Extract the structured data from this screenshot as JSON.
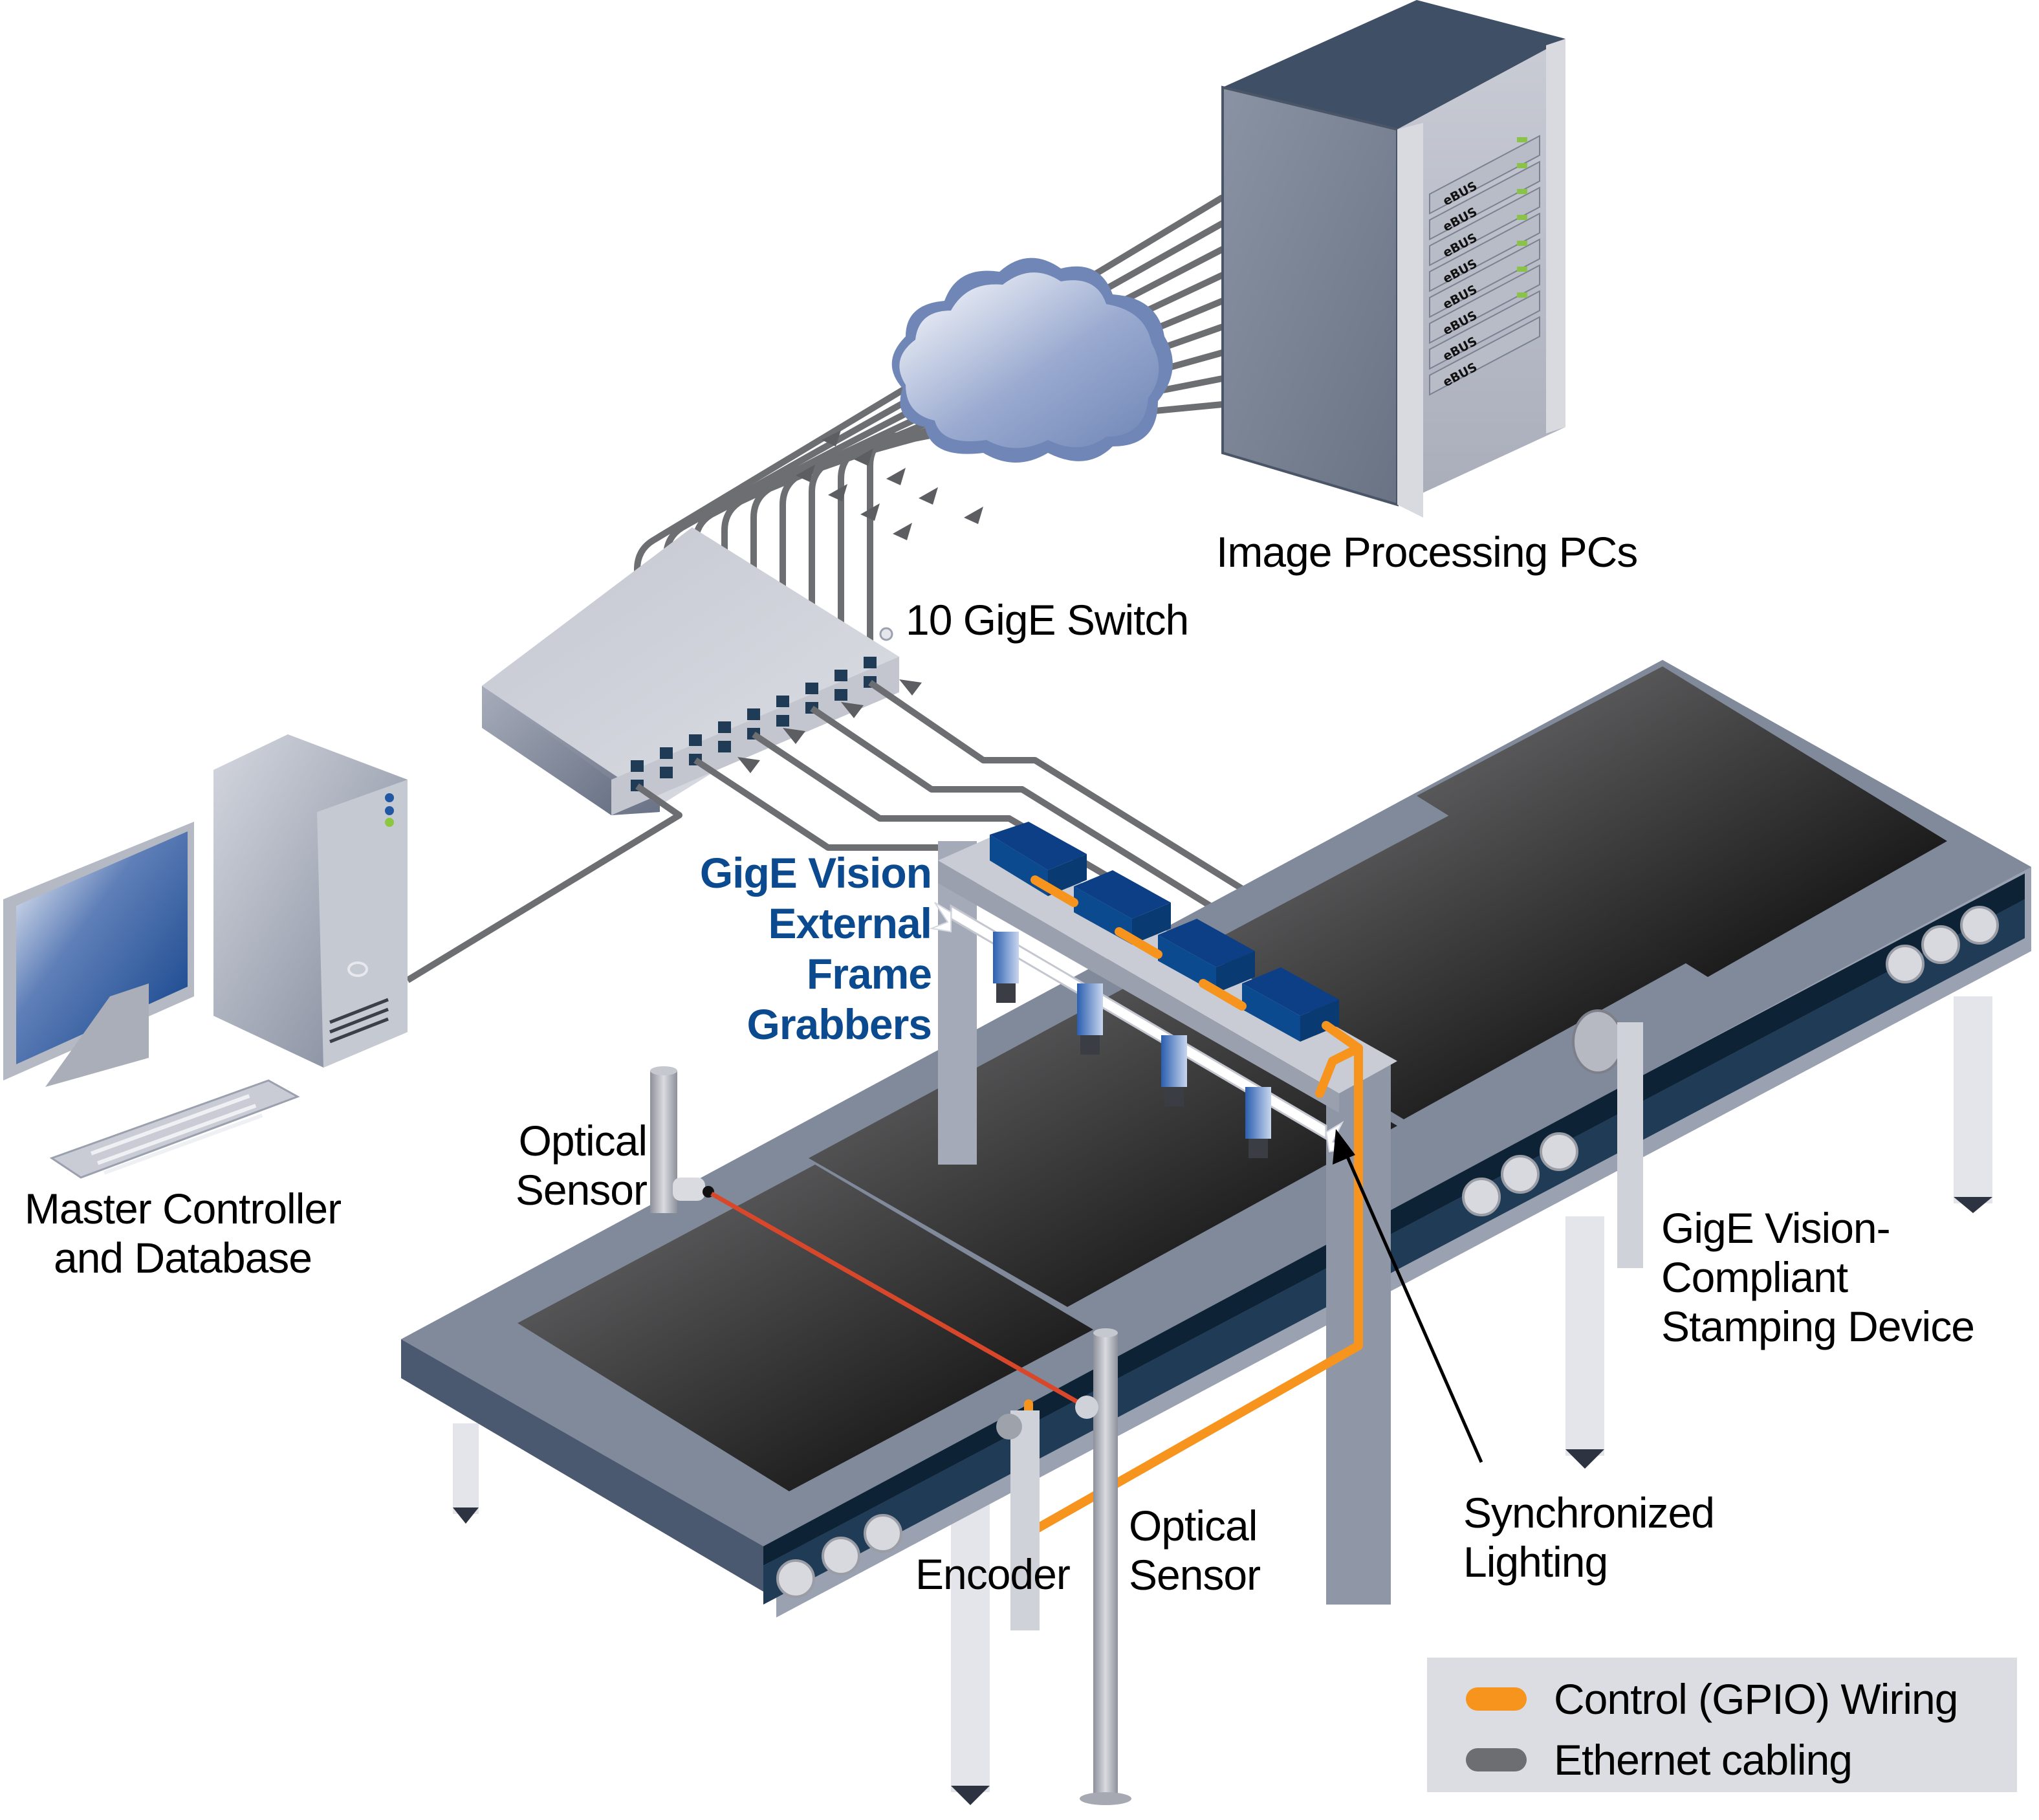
{
  "diagram": {
    "title": "GigE Vision machine vision conveyor inspection system",
    "components": {
      "server_rack": {
        "label": "Image Processing PCs",
        "units": [
          "eBUS",
          "eBUS",
          "eBUS",
          "eBUS",
          "eBUS",
          "eBUS",
          "eBUS",
          "eBUS"
        ]
      },
      "network_cloud": {
        "label": ""
      },
      "switch": {
        "label": "10 GigE Switch",
        "upstream_cables": 9,
        "downstream_cables": 5
      },
      "master_controller": {
        "label_line1": "Master Controller",
        "label_line2": "and Database"
      },
      "frame_grabbers": {
        "label_line1": "GigE Vision",
        "label_line2": "External",
        "label_line3": "Frame",
        "label_line4": "Grabbers",
        "count": 4,
        "label_color": "#0b4a8f"
      },
      "cameras": {
        "count": 4
      },
      "optical_sensor_left": {
        "label_line1": "Optical",
        "label_line2": "Sensor"
      },
      "optical_sensor_right": {
        "label_line1": "Optical",
        "label_line2": "Sensor"
      },
      "encoder": {
        "label": "Encoder"
      },
      "synchronized_lighting": {
        "label_line1": "Synchronized",
        "label_line2": "Lighting"
      },
      "stamping_device": {
        "label_line1": "GigE Vision-",
        "label_line2": "Compliant",
        "label_line3": "Stamping Device"
      }
    },
    "legend": {
      "items": [
        {
          "label": "Control (GPIO) Wiring",
          "color": "#f7941d"
        },
        {
          "label": "Ethernet cabling",
          "color": "#6d6e71"
        }
      ]
    },
    "colors": {
      "gpio": "#f7941d",
      "ethernet": "#6d6e71",
      "laser": "#d9472b",
      "frame_grabber": "#0b4a8f",
      "belt": "#1f3b55",
      "frame": "#7f8899"
    }
  }
}
